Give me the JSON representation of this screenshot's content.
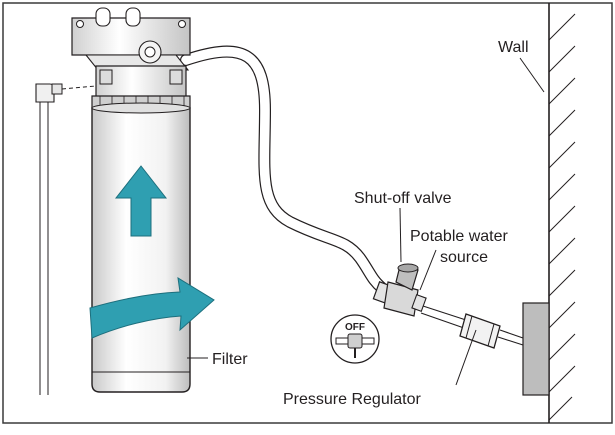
{
  "labels": {
    "wall": "Wall",
    "shutoff_valve": "Shut-off valve",
    "potable_line1": "Potable water",
    "potable_line2": "source",
    "filter": "Filter",
    "pressure_regulator": "Pressure Regulator",
    "off": "OFF"
  },
  "colors": {
    "arrow": "#2f9fb1",
    "outline": "#231f20",
    "frame": "#3a3a3a",
    "wall_gray": "#bdbdbd",
    "filter_shade": "#d3d3d3"
  },
  "icons": {
    "flow_up": "arrow-up-icon",
    "rotate": "curved-arrow-right-icon",
    "valve_off": "valve-off-icon"
  }
}
